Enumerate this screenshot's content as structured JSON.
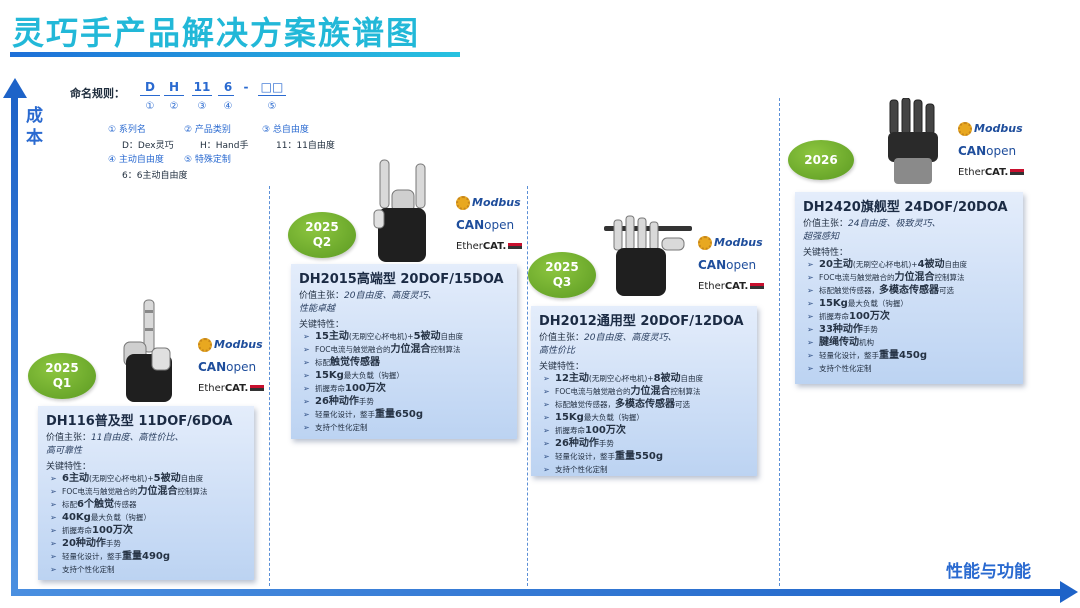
{
  "title": "灵巧手产品解决方案族谱图",
  "axes": {
    "y_label": "成本",
    "x_label": "性能与功能"
  },
  "naming_rule": {
    "label": "命名规则：",
    "codes": [
      "D",
      "H",
      "11",
      "6",
      "-",
      "□□"
    ],
    "nums": [
      "①",
      "②",
      "③",
      "④",
      "⑤"
    ],
    "legend": {
      "l1": "① 系列名",
      "l1v": "D：Dex灵巧",
      "l2": "② 产品类别",
      "l2v": "H：Hand手",
      "l3": "③ 总自由度",
      "l3v": "11：11自由度",
      "l4": "④ 主动自由度",
      "l4v": "6：6主动自由度",
      "l5": "⑤ 特殊定制"
    }
  },
  "logos": {
    "modbus": "Modbus",
    "can_a": "CAN",
    "can_b": "open",
    "ether_a": "Ether",
    "ether_b": "CAT."
  },
  "products": [
    {
      "year": "2025",
      "quarter": "Q1",
      "title": "DH116普及型 11DOF/6DOA",
      "value_label": "价值主张：",
      "value_lines": [
        "11自由度、高性价比、",
        "高可靠性"
      ],
      "features_label": "关键特性：",
      "features": [
        {
          "a": "6主动",
          "b": "(无刷空心杯电机)+",
          "c": "5被动",
          "d": "自由度"
        },
        {
          "a": "",
          "b": "FOC电流与触觉融合的",
          "c": "力位混合",
          "d": "控制算法"
        },
        {
          "a": "",
          "b": "标配",
          "c": "6个触觉",
          "d": "传感器"
        },
        {
          "a": "40Kg",
          "b": "最大负载（钩握）",
          "c": "",
          "d": ""
        },
        {
          "a": "",
          "b": "抓握寿命",
          "c": "100万次",
          "d": ""
        },
        {
          "a": "20种动作",
          "b": "手势",
          "c": "",
          "d": ""
        },
        {
          "a": "",
          "b": "轻量化设计，整手",
          "c": "重量490g",
          "d": ""
        },
        {
          "a": "",
          "b": "支持个性化定制",
          "c": "",
          "d": ""
        }
      ]
    },
    {
      "year": "2025",
      "quarter": "Q2",
      "title": "DH2015高端型 20DOF/15DOA",
      "value_label": "价值主张：",
      "value_lines": [
        "20自由度、高度灵巧、",
        "性能卓越"
      ],
      "features_label": "关键特性：",
      "features": [
        {
          "a": "15主动",
          "b": "(无刷空心杯电机)+",
          "c": "5被动",
          "d": "自由度"
        },
        {
          "a": "",
          "b": "FOC电流与触觉融合的",
          "c": "力位混合",
          "d": "控制算法"
        },
        {
          "a": "",
          "b": "标配",
          "c": "触觉传感器",
          "d": ""
        },
        {
          "a": "15Kg",
          "b": "最大负载（钩握）",
          "c": "",
          "d": ""
        },
        {
          "a": "",
          "b": "抓握寿命",
          "c": "100万次",
          "d": ""
        },
        {
          "a": "26种动作",
          "b": "手势",
          "c": "",
          "d": ""
        },
        {
          "a": "",
          "b": "轻量化设计，整手",
          "c": "重量650g",
          "d": ""
        },
        {
          "a": "",
          "b": "支持个性化定制",
          "c": "",
          "d": ""
        }
      ]
    },
    {
      "year": "2025",
      "quarter": "Q3",
      "title": "DH2012通用型 20DOF/12DOA",
      "value_label": "价值主张：",
      "value_lines": [
        "20自由度、高度灵巧、",
        "高性价比"
      ],
      "features_label": "关键特性：",
      "features": [
        {
          "a": "12主动",
          "b": "(无刷空心杯电机)+",
          "c": "8被动",
          "d": "自由度"
        },
        {
          "a": "",
          "b": "FOC电流与触觉融合的",
          "c": "力位混合",
          "d": "控制算法"
        },
        {
          "a": "",
          "b": "标配触觉传感器，",
          "c": "多模态传感器",
          "d": "可选"
        },
        {
          "a": "15Kg",
          "b": "最大负载（钩握）",
          "c": "",
          "d": ""
        },
        {
          "a": "",
          "b": "抓握寿命",
          "c": "100万次",
          "d": ""
        },
        {
          "a": "26种动作",
          "b": "手势",
          "c": "",
          "d": ""
        },
        {
          "a": "",
          "b": "轻量化设计，整手",
          "c": "重量550g",
          "d": ""
        },
        {
          "a": "",
          "b": "支持个性化定制",
          "c": "",
          "d": ""
        }
      ]
    },
    {
      "year": "2026",
      "quarter": "",
      "title": "DH2420旗舰型 24DOF/20DOA",
      "value_label": "价值主张：",
      "value_lines": [
        "24自由度、极致灵巧、",
        "超强感知"
      ],
      "features_label": "关键特性：",
      "features": [
        {
          "a": "20主动",
          "b": "(无刷空心杯电机)+",
          "c": "4被动",
          "d": "自由度"
        },
        {
          "a": "",
          "b": "FOC电流与触觉融合的",
          "c": "力位混合",
          "d": "控制算法"
        },
        {
          "a": "",
          "b": "标配触觉传感器，",
          "c": "多模态传感器",
          "d": "可选"
        },
        {
          "a": "15Kg",
          "b": "最大负载（钩握）",
          "c": "",
          "d": ""
        },
        {
          "a": "",
          "b": "抓握寿命",
          "c": "100万次",
          "d": ""
        },
        {
          "a": "33种动作",
          "b": "手势",
          "c": "",
          "d": ""
        },
        {
          "a": "腱绳传动",
          "b": "机构",
          "c": "",
          "d": ""
        },
        {
          "a": "",
          "b": "轻量化设计，整手",
          "c": "重量450g",
          "d": ""
        },
        {
          "a": "",
          "b": "支持个性化定制",
          "c": "",
          "d": ""
        }
      ]
    }
  ]
}
